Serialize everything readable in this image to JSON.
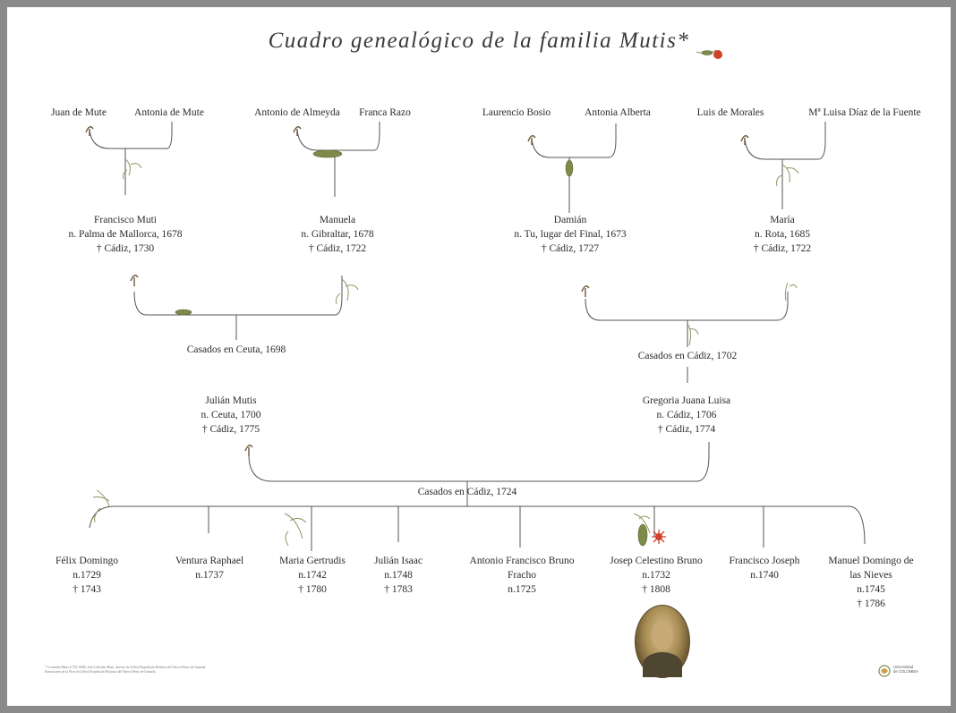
{
  "title": "Cuadro genealógico de la familia Mutis*",
  "colors": {
    "frame": "#8a8a8a",
    "sheet": "#ffffff",
    "text": "#2a2a2a",
    "line": "#555555",
    "flower": "#d2402a",
    "leaf": "#7d8a4a"
  },
  "grandparents": [
    {
      "name": "Juan de Mute"
    },
    {
      "name": "Antonia de Mute"
    },
    {
      "name": "Antonio de Almeyda"
    },
    {
      "name": "Franca Razo"
    },
    {
      "name": "Laurencio Bosio"
    },
    {
      "name": "Antonia Alberta"
    },
    {
      "name": "Luis de Morales"
    },
    {
      "name": "Mª Luisa Díaz de la Fuente"
    }
  ],
  "parents_gen": [
    {
      "name": "Francisco Muti",
      "birth": "n. Palma de Mallorca, 1678",
      "death": "† Cádiz, 1730"
    },
    {
      "name": "Manuela",
      "birth": "n. Gibraltar, 1678",
      "death": "† Cádiz, 1722"
    },
    {
      "name": "Damián",
      "birth": "n. Tu, lugar del Final, 1673",
      "death": "† Cádiz, 1727"
    },
    {
      "name": "María",
      "birth": "n. Rota, 1685",
      "death": "† Cádiz, 1722"
    }
  ],
  "marriages": [
    "Casados en Ceuta, 1698",
    "Casados en Cádiz, 1702",
    "Casados en Cádiz, 1724"
  ],
  "couple": [
    {
      "name": "Julián Mutis",
      "birth": "n. Ceuta, 1700",
      "death": "† Cádiz, 1775"
    },
    {
      "name": "Gregoria Juana Luisa",
      "birth": "n. Cádiz, 1706",
      "death": "† Cádiz, 1774"
    }
  ],
  "children": [
    {
      "name": "Félix Domingo",
      "l2": "n.1729",
      "l3": "† 1743"
    },
    {
      "name": "Ventura Raphael",
      "l2": "n.1737",
      "l3": ""
    },
    {
      "name": "Maria Gertrudis",
      "l2": "n.1742",
      "l3": "† 1780"
    },
    {
      "name": "Julián Isaac",
      "l2": "n.1748",
      "l3": "† 1783"
    },
    {
      "name": "Antonio Francisco Bruno",
      "l2": "Fracho",
      "l3": "n.1725"
    },
    {
      "name": "Josep Celestino Bruno",
      "l2": "n.1732",
      "l3": "† 1808"
    },
    {
      "name": "Francisco Joseph",
      "l2": "n.1740",
      "l3": ""
    },
    {
      "name": "Manuel Domingo de",
      "l2": "las Nieves",
      "l3": "n.1745",
      "l4": "† 1786"
    }
  ],
  "footnote": "* La familia Mutis (1732-1808). José Celestino Mutis, director de la Real Expedición Botánica del Nuevo Reino de Granada. Ilustraciones de la Flora de la Real Expedición Botánica del Nuevo Reino de Granada.",
  "logo": {
    "line1": "Universidad",
    "line2": "de COLOMBIA",
    "icon": "university-logo-icon"
  },
  "portrait": {
    "icon": "portrait-oval-icon"
  }
}
